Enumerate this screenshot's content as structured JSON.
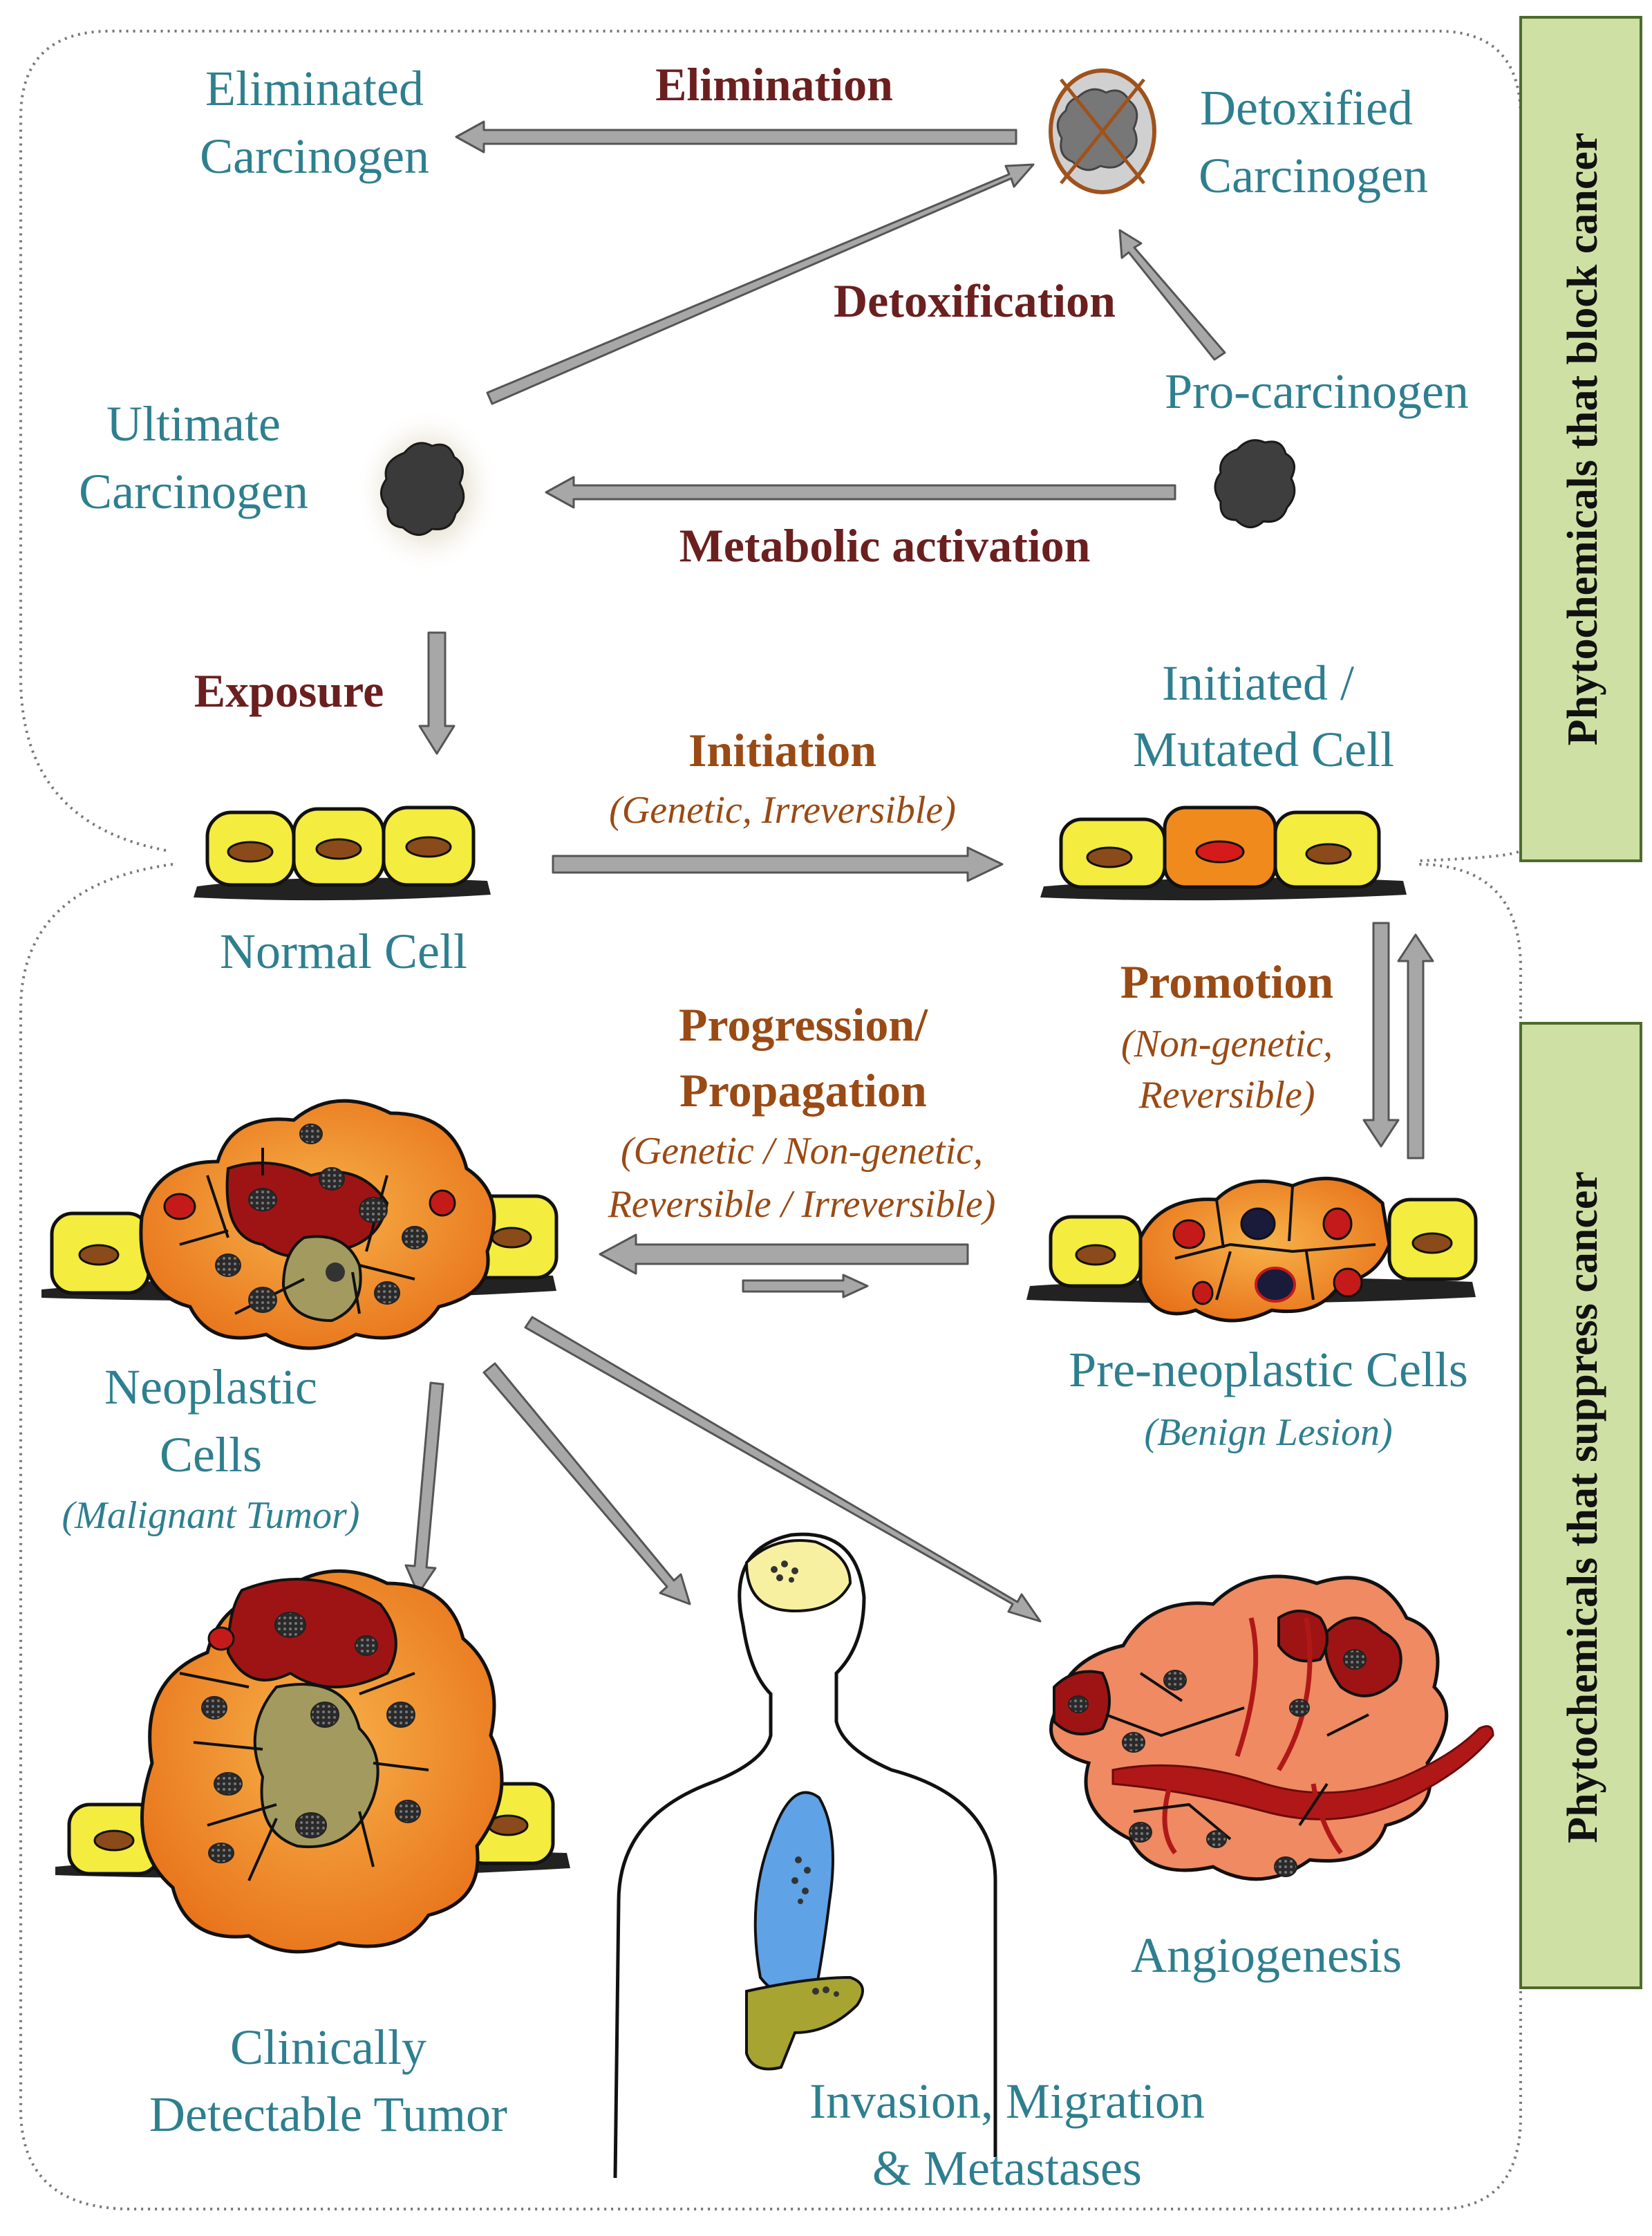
{
  "sidebar": {
    "block": "Phytochemicals that block cancer",
    "suppress": "Phytochemicals that suppress cancer"
  },
  "labels": {
    "eliminated_1": "Eliminated",
    "eliminated_2": "Carcinogen",
    "elimination": "Elimination",
    "detoxified_1": "Detoxified",
    "detoxified_2": "Carcinogen",
    "detoxification": "Detoxification",
    "procarcinogen": "Pro-carcinogen",
    "ultimate_1": "Ultimate",
    "ultimate_2": "Carcinogen",
    "metabolic": "Metabolic activation",
    "exposure": "Exposure",
    "initiation": "Initiation",
    "initiation_sub": "(Genetic, Irreversible)",
    "initiated_1": "Initiated /",
    "initiated_2": "Mutated Cell",
    "normal": "Normal Cell",
    "promotion": "Promotion",
    "promotion_sub1": "(Non-genetic,",
    "promotion_sub2": "Reversible)",
    "progression_1": "Progression/",
    "progression_2": "Propagation",
    "progression_sub1": "(Genetic / Non-genetic,",
    "progression_sub2": "Reversible / Irreversible)",
    "neoplastic_1": "Neoplastic",
    "neoplastic_2": "Cells",
    "neoplastic_sub": "(Malignant Tumor)",
    "preneoplastic": "Pre-neoplastic Cells",
    "preneoplastic_sub": "(Benign Lesion)",
    "clinical_1": "Clinically",
    "clinical_2": "Detectable Tumor",
    "invasion_1": "Invasion, Migration",
    "invasion_2": "& Metastases",
    "angiogenesis": "Angiogenesis"
  },
  "colors": {
    "teal_text": "#2e7f8f",
    "maroon_text": "#6b1f1f",
    "brown_text": "#9a4a14",
    "sidebar_fill": "#cfe0a4",
    "sidebar_border": "#4d6b2a",
    "arrow": "#999999",
    "cell_yellow": "#f4ec3e",
    "cell_orange": "#f08a1c",
    "cell_red": "#9e1414"
  }
}
